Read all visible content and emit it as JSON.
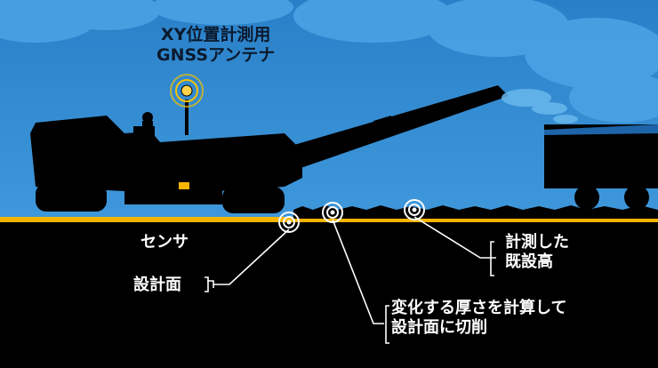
{
  "labels": {
    "antenna_line1": "XY位置計測用",
    "antenna_line2": "GNSSアンテナ",
    "sensor": "センサ",
    "design_surface": "設計面",
    "measured_line1": "計測した",
    "measured_line2": "既設高",
    "cut_line1": "変化する厚さを計算して",
    "cut_line2": "設計面に切削"
  },
  "colors": {
    "sky": "#2f86cf",
    "ground": "#000000",
    "road_stripe": "#f5b400",
    "silhouette": "#000000",
    "marker": "#ffffff",
    "antenna_glow": "#ffd24a"
  },
  "icons": {
    "antenna": "gnss-antenna-icon",
    "sensor": "sensor-target-icon"
  }
}
